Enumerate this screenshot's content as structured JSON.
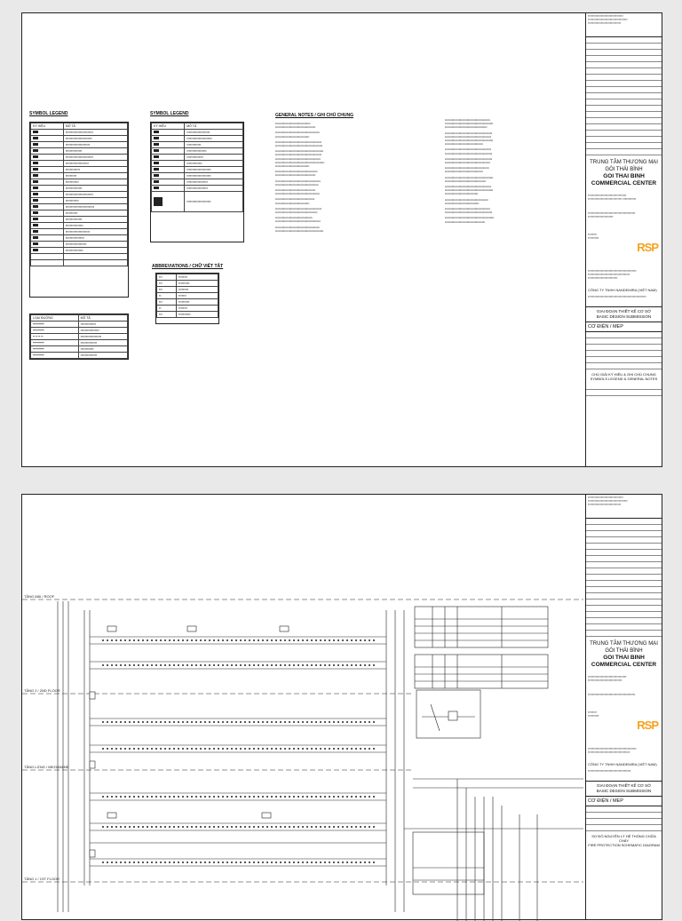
{
  "project": {
    "name_vi_1": "TRUNG TÂM THƯƠNG MẠI",
    "name_vi_2": "GÒI THÁI BÌNH",
    "name_en": "GOI THAI BINH COMMERCIAL CENTER",
    "consultant_logo": "RSP",
    "company": "CÔNG TY TNHH NANDEMIRA (VIỆT NAM)",
    "stage_vi": "GIAI ĐOẠN THIẾT KẾ CƠ SỞ",
    "stage_en": "BASIC DESIGN SUBMISSION",
    "discipline": "CƠ ĐIỆN / MEP"
  },
  "sheet1": {
    "legend1_title": "SYMBOL LEGEND",
    "legend2_title": "SYMBOL LEGEND",
    "abbrev_title": "ABBREVIATIONS / CHỮ VIẾT TẮT",
    "notes_title": "GENERAL NOTES / GHI CHÚ CHUNG",
    "drawing_title_vi": "CHÚ GIẢI KÝ HIỆU & GHI CHÚ CHUNG",
    "drawing_title_en": "SYMBOLS LEGEND & GENERAL NOTES"
  },
  "sheet2": {
    "levels": [
      "TẦNG MÁI / ROOF",
      "TẦNG 2 / 2ND FLOOR",
      "TẦNG LỬNG / MEZZANINE",
      "TẦNG 1 / 1ST FLOOR"
    ],
    "drawing_title_vi": "SƠ ĐỒ NGUYÊN LÝ HỆ THỐNG CHỮA CHÁY",
    "drawing_title_en": "FIRE PROTECTION SCHEMATIC DIAGRAM"
  }
}
